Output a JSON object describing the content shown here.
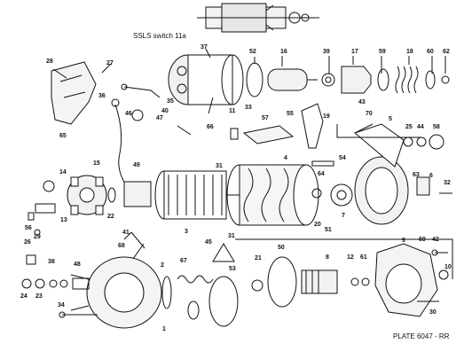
{
  "caption_top": "SSLS switch 11a",
  "plate_label": "PLATE 6047 - RR",
  "parts": [
    "1",
    "2",
    "3",
    "4",
    "5",
    "6",
    "7",
    "8",
    "9",
    "10",
    "11",
    "12",
    "13",
    "14",
    "15",
    "16",
    "17",
    "18",
    "19",
    "20",
    "21",
    "22",
    "23",
    "24",
    "25",
    "26",
    "27",
    "28",
    "29",
    "30",
    "31",
    "31",
    "32",
    "33",
    "34",
    "35",
    "36",
    "37",
    "38",
    "39",
    "40",
    "41",
    "42",
    "43",
    "44",
    "45",
    "46",
    "47",
    "48",
    "49",
    "50",
    "51",
    "52",
    "53",
    "54",
    "55",
    "56",
    "57",
    "58",
    "59",
    "60",
    "61",
    "62",
    "63",
    "64",
    "65",
    "66",
    "67",
    "68",
    "69",
    "70"
  ]
}
